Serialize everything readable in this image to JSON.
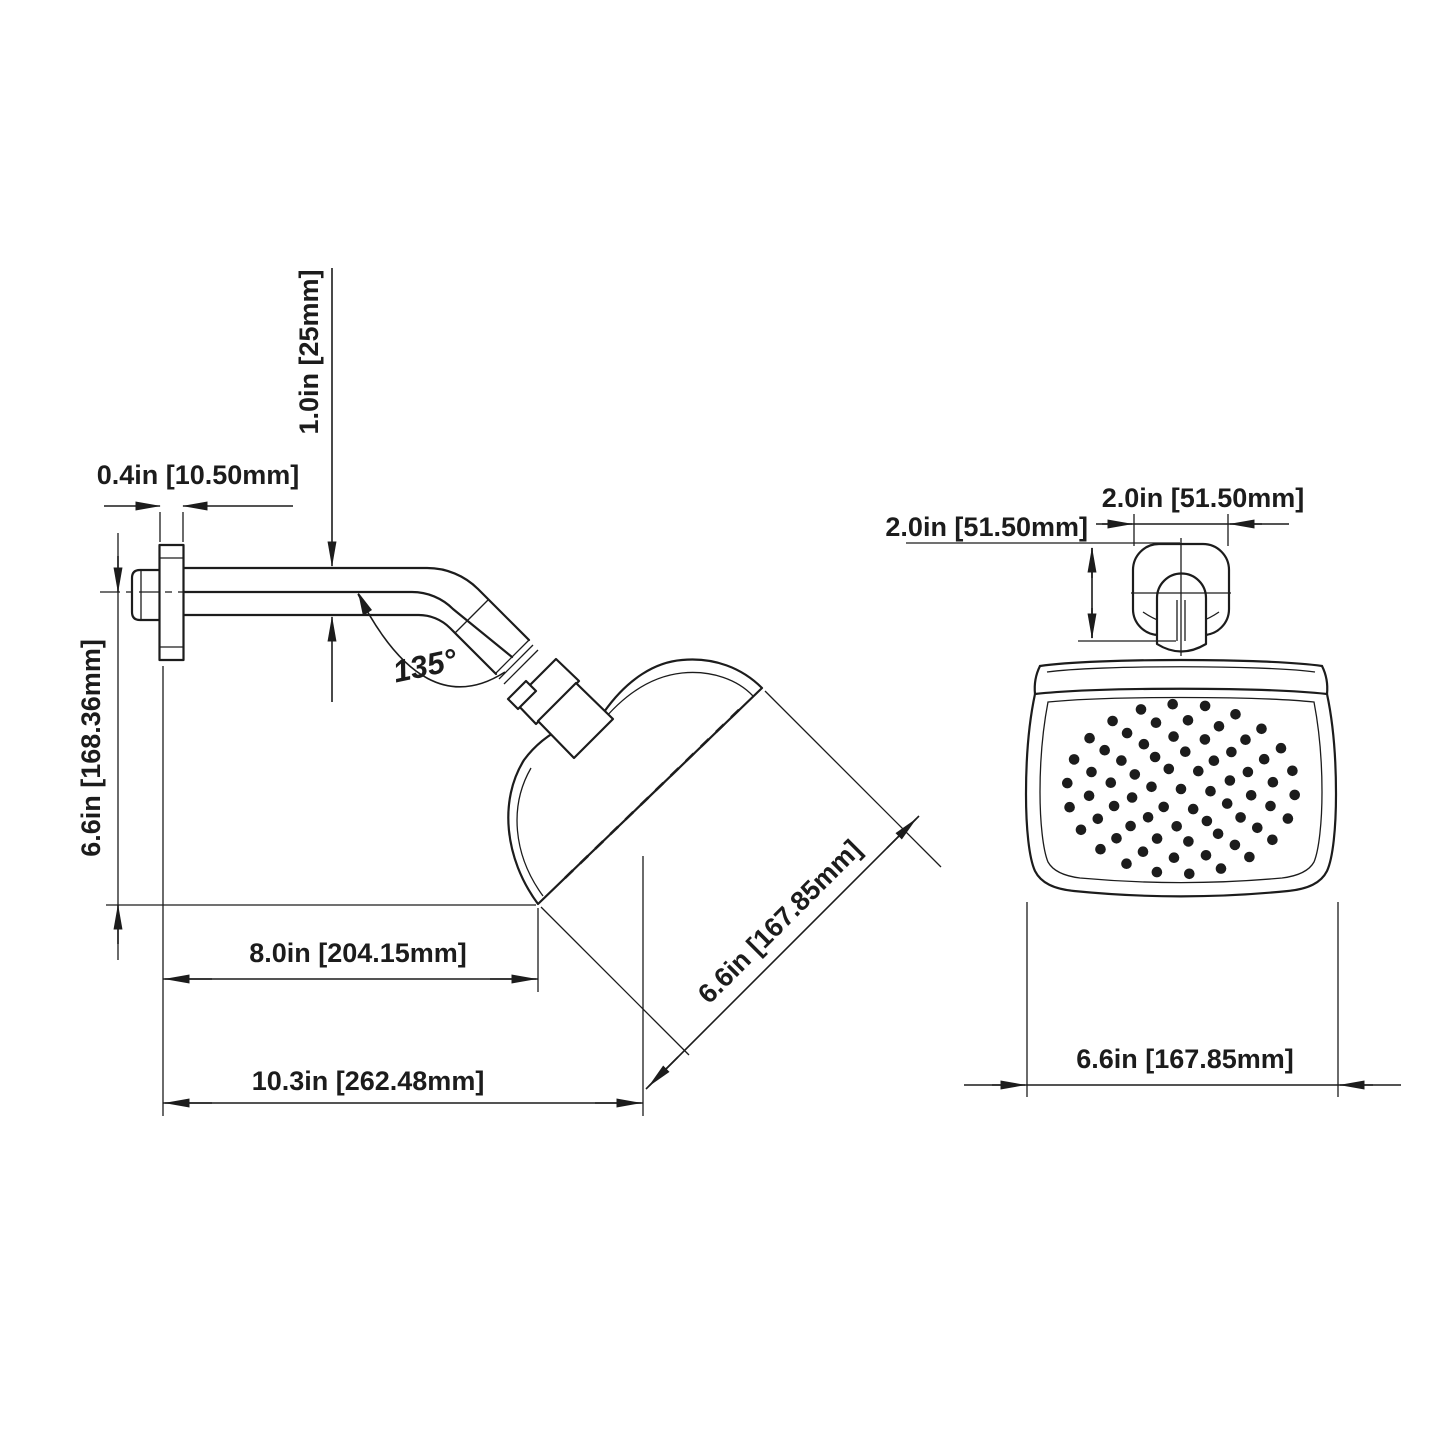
{
  "colors": {
    "background": "#ffffff",
    "line": "#1c1c1c"
  },
  "side_view": {
    "dims": {
      "flange_thickness": "0.4in [10.50mm]",
      "arm_diameter": "1.0in [25mm]",
      "centerline_to_bottom": "6.6in [168.36mm]",
      "arm_angle": "135°",
      "wall_to_face_tip": "8.0in [204.15mm]",
      "overall_depth": "10.3in [262.48mm]",
      "face_width_diagonal": "6.6in [167.85mm]"
    }
  },
  "front_view": {
    "dims": {
      "flange_width": "2.0in [51.50mm]",
      "flange_drop": "2.0in [51.50mm]",
      "head_width": "6.6in [167.85mm]"
    }
  }
}
